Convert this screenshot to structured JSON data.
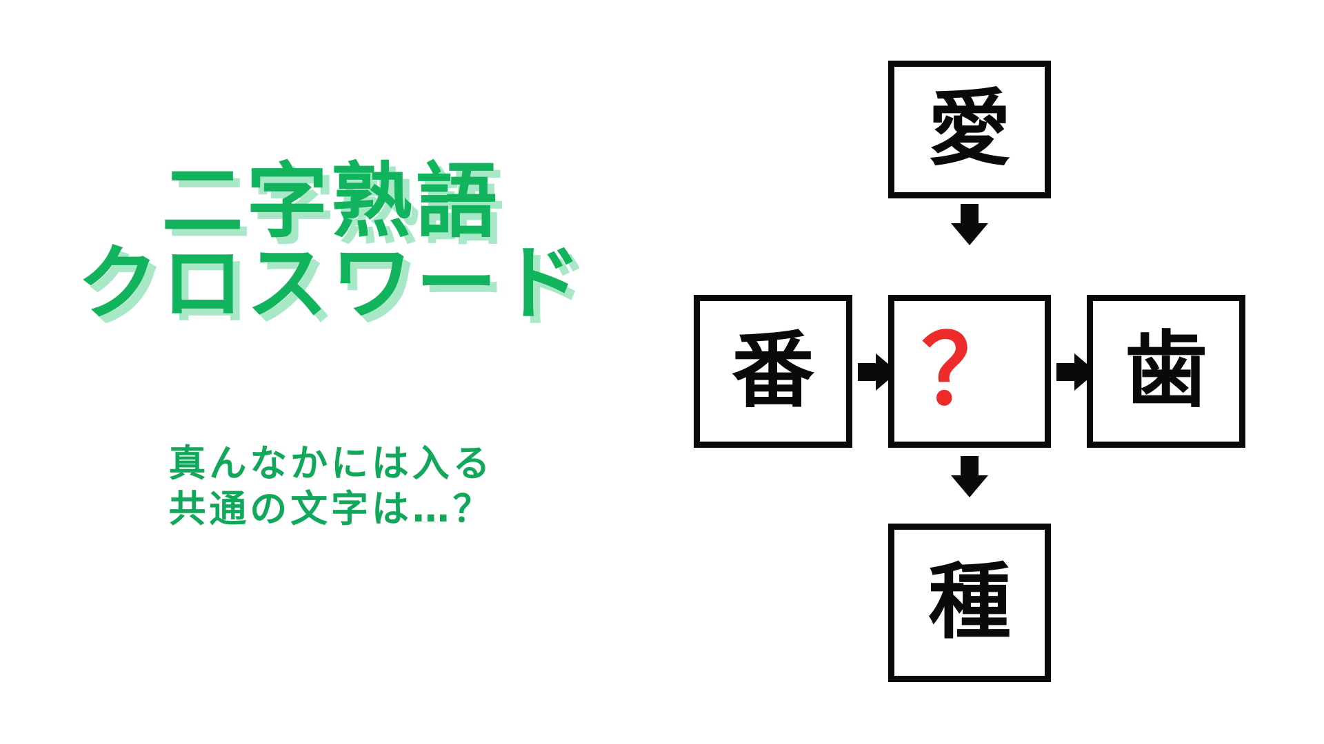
{
  "page": {
    "background_color": "#ffffff",
    "title_color": "#11b35c",
    "title_shadow_color": "#a9e8c6",
    "subtitle_color": "#12a85c",
    "box_border_color": "#0a0a0a",
    "glyph_color": "#0a0a0a",
    "unknown_color": "#ee2b2b"
  },
  "title": {
    "line1": "二字熟語",
    "line2": "クロスワード"
  },
  "subtitle": {
    "line1": "真んなかには入る",
    "line2": "共通の文字は…？"
  },
  "puzzle": {
    "cells": {
      "top": "愛",
      "left": "番",
      "center": "？",
      "right": "歯",
      "bottom": "種"
    },
    "arrows": [
      {
        "name": "top-to-center",
        "direction": "down"
      },
      {
        "name": "left-to-center",
        "direction": "right"
      },
      {
        "name": "center-to-right",
        "direction": "right"
      },
      {
        "name": "center-to-bottom",
        "direction": "down"
      }
    ]
  }
}
